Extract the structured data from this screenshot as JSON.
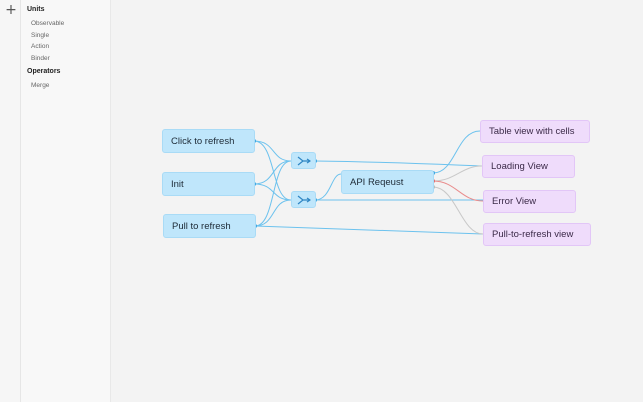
{
  "toolbar": {
    "add_icon": "+"
  },
  "sidebar": {
    "units_title": "Units",
    "units": [
      "Observable",
      "Single",
      "Action",
      "Binder"
    ],
    "operators_title": "Operators",
    "operators": [
      "Merge"
    ]
  },
  "nodes": {
    "click_to_refresh": "Click to refresh",
    "init": "Init",
    "pull_to_refresh": "Pull to refresh",
    "api_request": "API Reqeust",
    "table_view": "Table view with cells",
    "loading_view": "Loading View",
    "error_view": "Error View",
    "pull_to_refresh_view": "Pull-to-refresh view"
  },
  "colors": {
    "edge": "#6cc2ee",
    "edge_error": "#e98b8b",
    "edge_muted": "#c8c8c8",
    "port": "#3aa6e2"
  }
}
